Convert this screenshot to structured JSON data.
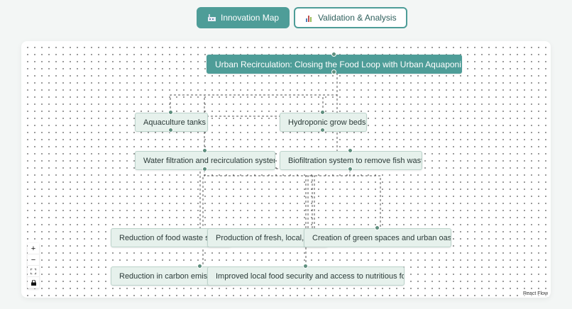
{
  "tabs": {
    "innovation_map": {
      "label": "Innovation Map",
      "icon": "factory-icon"
    },
    "validation_analysis": {
      "label": "Validation & Analysis",
      "icon": "bar-chart-icon"
    }
  },
  "flow": {
    "root": "Urban Recirculation: Closing the Food Loop with Urban Aquaponics",
    "components": {
      "aquaculture_tanks": "Aquaculture tanks",
      "hydroponic_grow_beds": "Hydroponic grow beds",
      "water_filtration": "Water filtration and recirculation system",
      "biofiltration": "Biofiltration system to remove fish waste"
    },
    "outcomes": {
      "food_waste": "Reduction of food waste sent to landfills",
      "fresh_produce": "Production of fresh, local, and sustainable produce",
      "green_spaces": "Creation of green spaces and urban oases",
      "carbon_emissions": "Reduction in carbon emissions from food transport",
      "food_security": "Improved local food security and access to nutritious food"
    }
  },
  "controls": {
    "zoom_in": "+",
    "zoom_out": "−",
    "fit_view": "⛶",
    "lock": "🔒"
  },
  "attribution": "React Flow",
  "colors": {
    "accent": "#4e9d98",
    "node_bg": "#e6f1ec",
    "handle": "#5f8f7e"
  }
}
